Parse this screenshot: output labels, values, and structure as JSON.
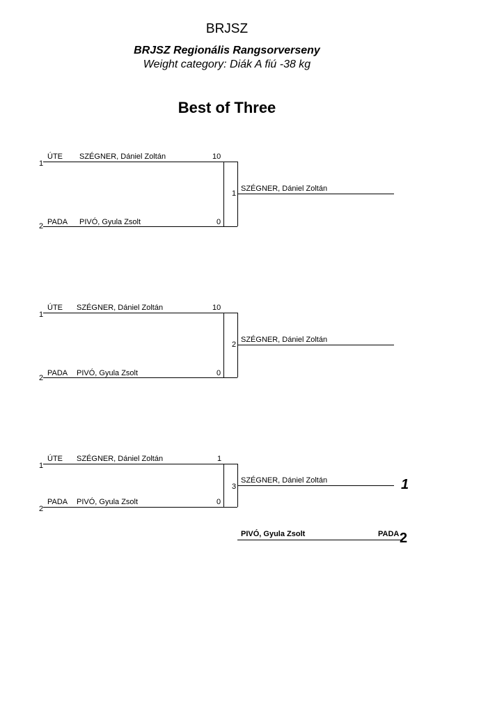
{
  "header": {
    "organization": "BRJSZ",
    "event": "BRJSZ Regionális Rangsorverseny",
    "category": "Weight category: Diák A fiú -38 kg",
    "title": "Best of Three"
  },
  "matches": [
    {
      "top": {
        "seed": "1",
        "club": "ÚTE",
        "name": "SZÉGNER, Dániel Zoltán",
        "score": "10"
      },
      "bottom": {
        "seed": "2",
        "club": "PADA",
        "name": "PIVÓ, Gyula Zsolt",
        "score": "0"
      },
      "match_number": "1",
      "winner": "SZÉGNER, Dániel Zoltán"
    },
    {
      "top": {
        "seed": "1",
        "club": "ÚTE",
        "name": "SZÉGNER, Dániel Zoltán",
        "score": "10"
      },
      "bottom": {
        "seed": "2",
        "club": "PADA",
        "name": "PIVÓ, Gyula Zsolt",
        "score": "0"
      },
      "match_number": "2",
      "winner": "SZÉGNER, Dániel Zoltán"
    },
    {
      "top": {
        "seed": "1",
        "club": "ÚTE",
        "name": "SZÉGNER, Dániel Zoltán",
        "score": "1"
      },
      "bottom": {
        "seed": "2",
        "club": "PADA",
        "name": "PIVÓ, Gyula Zsolt",
        "score": "0"
      },
      "match_number": "3",
      "winner": "SZÉGNER, Dániel Zoltán"
    }
  ],
  "final_ranking": [
    {
      "place": "1",
      "name": "",
      "club": ""
    },
    {
      "place": "2",
      "name": "PIVÓ, Gyula Zsolt",
      "club": "PADA"
    }
  ]
}
